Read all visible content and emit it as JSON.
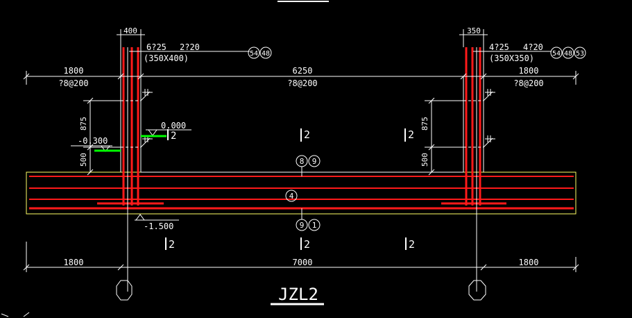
{
  "colors": {
    "background": "#000000",
    "line": "#ffffff",
    "rebar": "#ff1a1a",
    "beam_outline": "#ffff66",
    "level_mark": "#00ff00"
  },
  "title": "JZL2",
  "left_column": {
    "width_dim": "400",
    "rebar_main": "6?25",
    "rebar_extra": "2?20",
    "section": "(350X400)",
    "bubbles": [
      "54",
      "48"
    ]
  },
  "right_column": {
    "width_dim": "350",
    "rebar_main": "4?25",
    "rebar_extra": "4?20",
    "section": "(350X350)",
    "bubbles": [
      "54",
      "48",
      "53"
    ]
  },
  "top_dims": {
    "left_span": "1800",
    "left_rebar": "?8@200",
    "mid_span": "6250",
    "mid_rebar": "?8@200",
    "right_span": "1800",
    "right_rebar": "?8@200"
  },
  "vertical_dims": {
    "upper": "875",
    "lower": "500"
  },
  "levels": {
    "zero": "0.000",
    "minus_300": "-0.300",
    "minus_1500": "-1.500"
  },
  "section_marks": {
    "label": "2"
  },
  "beam_bubbles": {
    "top": [
      "8",
      "9"
    ],
    "middle": [
      "4"
    ],
    "bottom": [
      "9",
      "1"
    ]
  },
  "bottom_dims": {
    "left": "1800",
    "middle": "7000",
    "right": "1800"
  }
}
